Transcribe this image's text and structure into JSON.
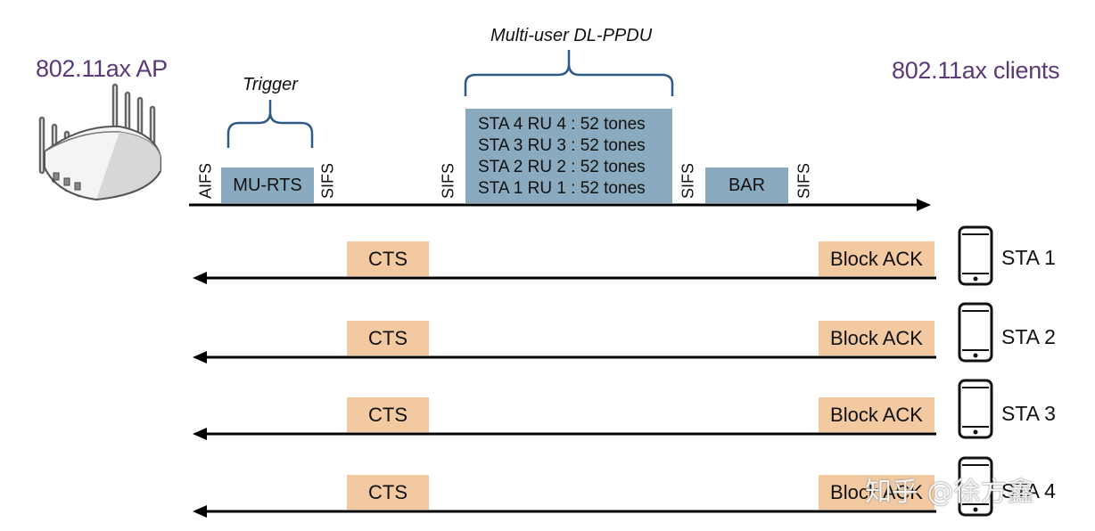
{
  "ap_title": "802.11ax AP",
  "clients_title": "802.11ax clients",
  "trigger_label": "Trigger",
  "ppdu_label": "Multi-user DL-PPDU",
  "aifs_label": "AIFS",
  "sifs_label": "SIFS",
  "mu_rts_label": "MU-RTS",
  "bar_label": "BAR",
  "ppdu_lines": [
    "STA 4 RU 4 : 52 tones",
    "STA 3 RU 3 : 52 tones",
    "STA 2 RU 2 : 52 tones",
    "STA 1 RU 1 : 52 tones"
  ],
  "stations": [
    {
      "label": "STA 1",
      "cts": "CTS",
      "ack": "Block ACK"
    },
    {
      "label": "STA 2",
      "cts": "CTS",
      "ack": "Block ACK"
    },
    {
      "label": "STA 3",
      "cts": "CTS",
      "ack": "Block ACK"
    },
    {
      "label": "STA 4",
      "cts": "CTS",
      "ack": "Block ACK"
    }
  ],
  "watermark": "知乎 @徐方鑫",
  "colors": {
    "title": "#5b3a78",
    "frame_blue": "#8aabbf",
    "frame_peach": "#f3c9a2",
    "bracket": "#2f5a87"
  }
}
